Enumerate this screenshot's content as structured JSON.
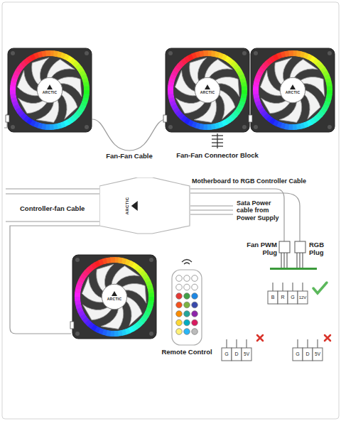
{
  "diagram": {
    "nodes": [
      {
        "text": [
          "ARCTIC"
        ]
      }
    ],
    "labels": [
      "Fan-Fan Cable",
      "Fan-Fan Connector Block",
      "Motherboard to RGB Controller Cable",
      "Controller-fan Cable",
      "Sata Power cable from Power Supply",
      "Fan PWM Plug",
      "RGB Plug",
      "Remote Control",
      "B",
      "R",
      "G",
      "12V",
      "G",
      "D",
      "5V",
      "G",
      "D",
      "5V",
      "ARCTIC",
      "ARCTIC",
      "ARCTIC",
      "ARCTIC"
    ]
  }
}
